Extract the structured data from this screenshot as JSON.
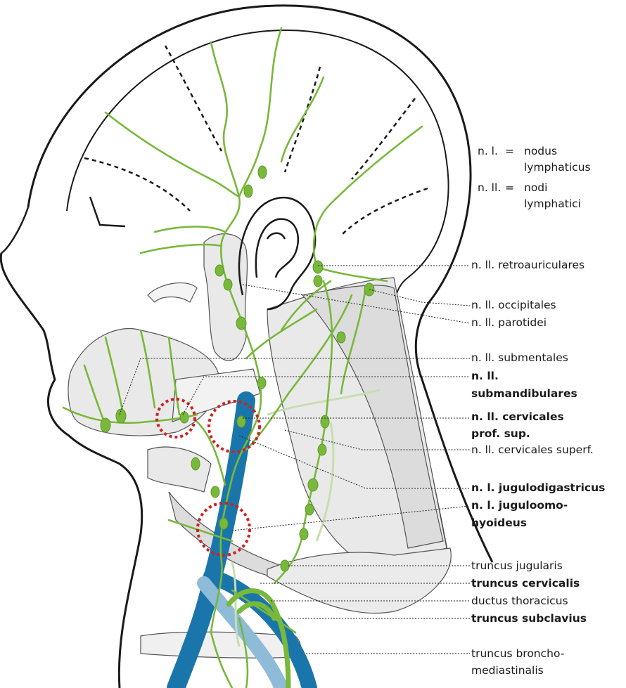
{
  "legend": {
    "item1_abbr": "n. l.",
    "item1_eq": "=",
    "item1_text": [
      "nodus",
      "lymphaticus"
    ],
    "item2_abbr": "n. ll.",
    "item2_eq": "=",
    "item2_text": [
      "nodi",
      "lymphatici"
    ]
  },
  "labels": {
    "retroauriculares": "n. ll. retroauriculares",
    "occipitales": "n. ll. occipitales",
    "parotidei": "n. ll. parotidei",
    "submentales": "n. ll. submentales",
    "submandibulares": [
      "n. ll.",
      "submandibulares"
    ],
    "cervicales_prof_sup": [
      "n. ll. cervicales",
      "prof. sup."
    ],
    "cervicales_superf": "n. ll. cervicales superf.",
    "jugulodigastricus": "n. l. jugulodigastricus",
    "juguloomohyoideus": [
      "n. l. juguloomo-",
      "hyoideus"
    ],
    "truncus_jugularis": "truncus jugularis",
    "truncus_cervicalis": "truncus cervicalis",
    "ductus_thoracicus": "ductus thoracicus",
    "truncus_subclavius": "truncus subclavius",
    "truncus_bronchomediastinalis": [
      "truncus broncho-",
      "mediastinalis"
    ]
  },
  "colors": {
    "lymph": "#78b83a",
    "lymph_pale": "#c6deb0",
    "vein": "#1a76aa",
    "vein_pale": "#8dbbd8",
    "tissue": "#e9e9e9",
    "outline": "#1a1a1a",
    "marker": "#cc2222"
  }
}
